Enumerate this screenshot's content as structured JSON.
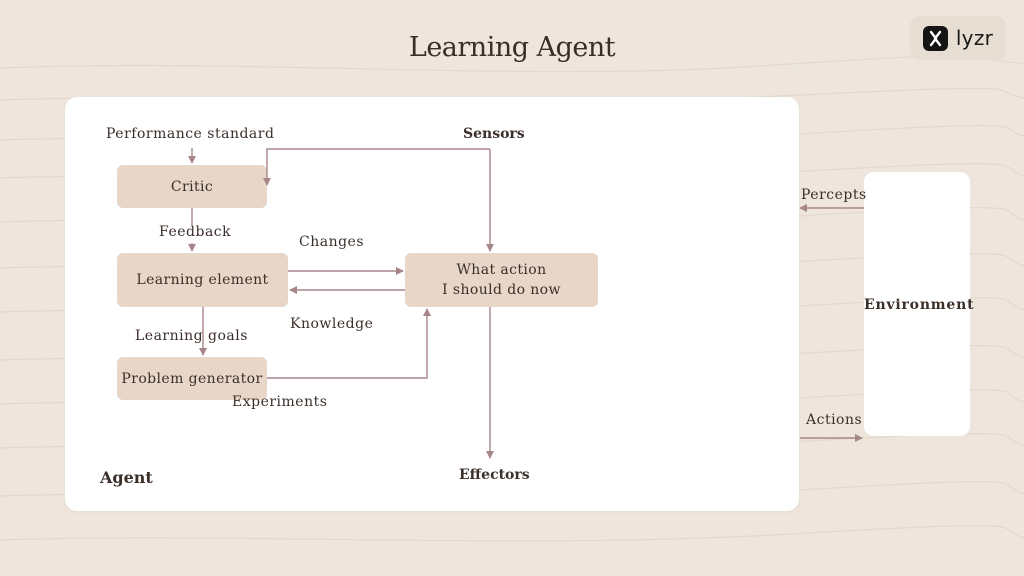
{
  "title": "Learning Agent",
  "logo": {
    "text": "lyzr"
  },
  "boxes": {
    "critic": "Critic",
    "learning_element": "Learning element",
    "what_action_line1": "What action",
    "what_action_line2": "I should do now",
    "problem_generator": "Problem generator",
    "environment": "Environment"
  },
  "labels": {
    "performance_standard": "Performance standard",
    "sensors": "Sensors",
    "feedback": "Feedback",
    "changes": "Changes",
    "knowledge": "Knowledge",
    "learning_goals": "Learning goals",
    "experiments": "Experiments",
    "agent": "Agent",
    "effectors": "Effectors",
    "percepts": "Percepts",
    "actions": "Actions"
  },
  "colors": {
    "background": "#eee6dc",
    "panel": "#ffffff",
    "box_fill": "#e8d6c8",
    "arrow": "#a7868a",
    "text": "#3b2f2a"
  }
}
